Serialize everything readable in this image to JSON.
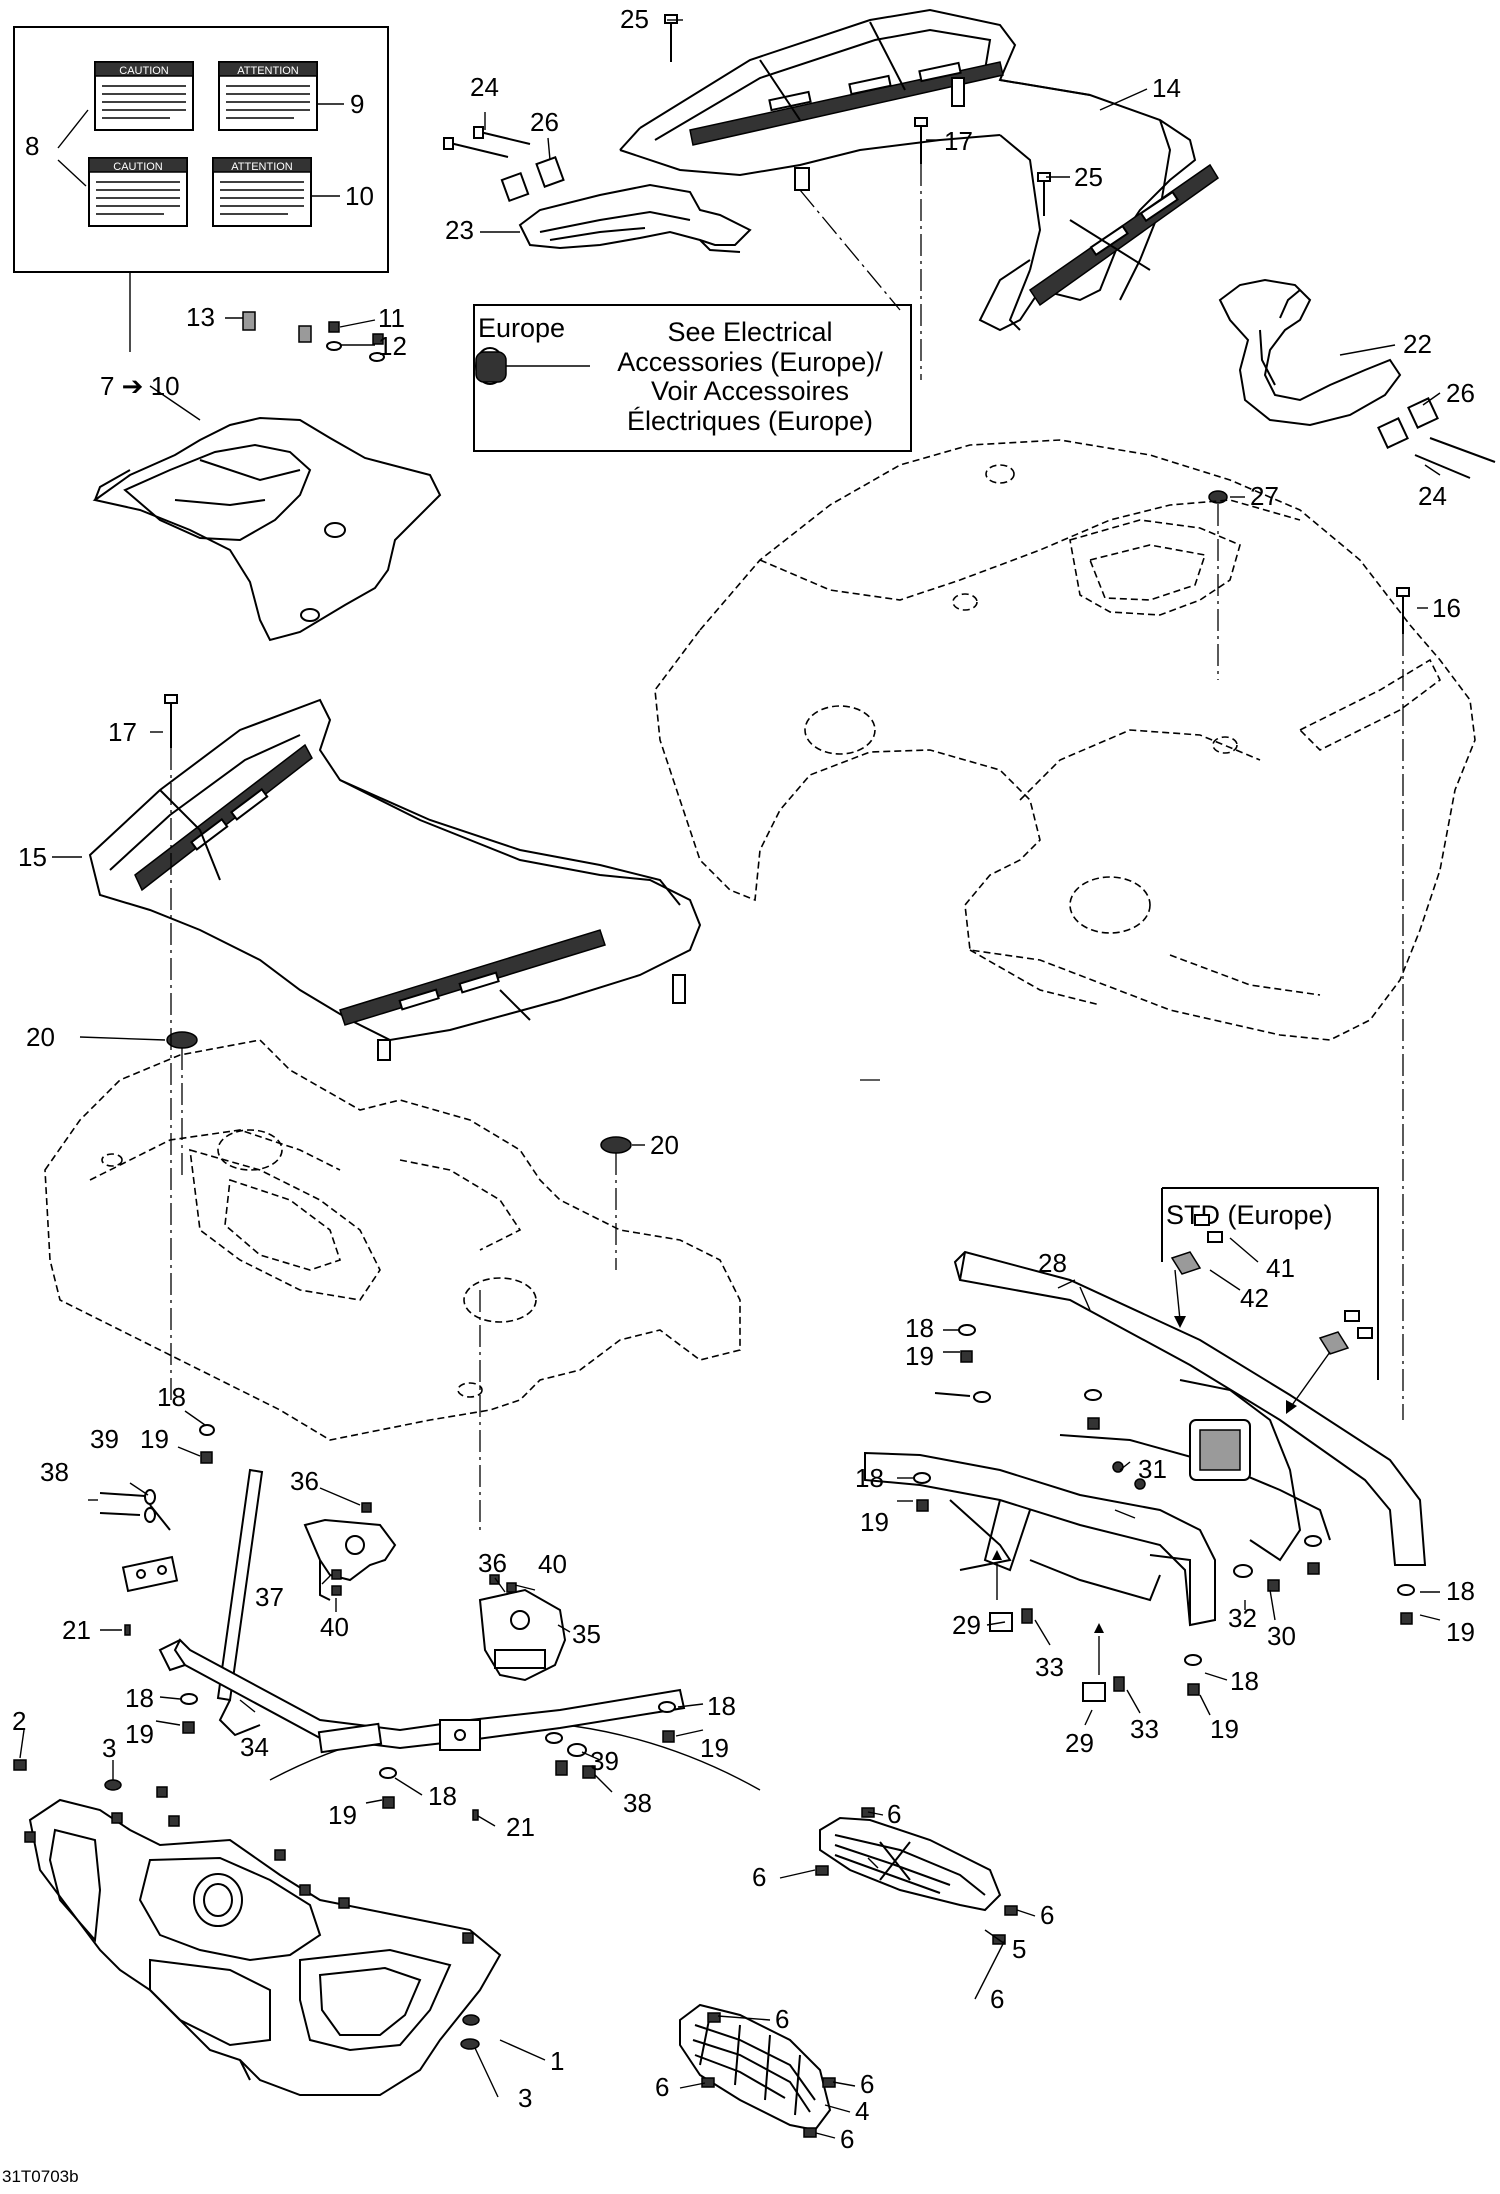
{
  "diagram": {
    "ref_code": "31T0703b",
    "callouts": {
      "c1": "1",
      "c2": "2",
      "c3a": "3",
      "c3b": "3",
      "c4": "4",
      "c5": "5",
      "c6a": "6",
      "c6b": "6",
      "c6c": "6",
      "c6d": "6",
      "c6e": "6",
      "c6f": "6",
      "c6g": "6",
      "c6h": "6",
      "c7to10": "7 ➔ 10",
      "c8": "8",
      "c9": "9",
      "c10": "10",
      "c11": "11",
      "c12": "12",
      "c13": "13",
      "c14": "14",
      "c15": "15",
      "c16": "16",
      "c17a": "17",
      "c17b": "17",
      "c18a": "18",
      "c18b": "18",
      "c18c": "18",
      "c18d": "18",
      "c18e": "18",
      "c18f": "18",
      "c18g": "18",
      "c18h": "18",
      "c19a": "19",
      "c19b": "19",
      "c19c": "19",
      "c19d": "19",
      "c19e": "19",
      "c19f": "19",
      "c19g": "19",
      "c19h": "19",
      "c20a": "20",
      "c20b": "20",
      "c21a": "21",
      "c21b": "21",
      "c22": "22",
      "c23": "23",
      "c24a": "24",
      "c24b": "24",
      "c25a": "25",
      "c25b": "25",
      "c26a": "26",
      "c26b": "26",
      "c27": "27",
      "c28": "28",
      "c29a": "29",
      "c29b": "29",
      "c30": "30",
      "c31": "31",
      "c32": "32",
      "c33a": "33",
      "c33b": "33",
      "c34": "34",
      "c35": "35",
      "c36a": "36",
      "c36b": "36",
      "c37": "37",
      "c38a": "38",
      "c38b": "38",
      "c39a": "39",
      "c39b": "39",
      "c40a": "40",
      "c40b": "40",
      "c41": "41",
      "c42": "42"
    },
    "europe_box": {
      "tag": "Europe",
      "line1": "See Electrical",
      "line2": "Accessories (Europe)/",
      "line3": "Voir Accessoires",
      "line4": "Électriques (Europe)"
    },
    "std_box": {
      "title": "STD (Europe)"
    },
    "labels": {
      "caution_a": "CAUTION",
      "caution_b": "CAUTION",
      "attention_a": "ATTENTION",
      "attention_b": "ATTENTION"
    }
  }
}
